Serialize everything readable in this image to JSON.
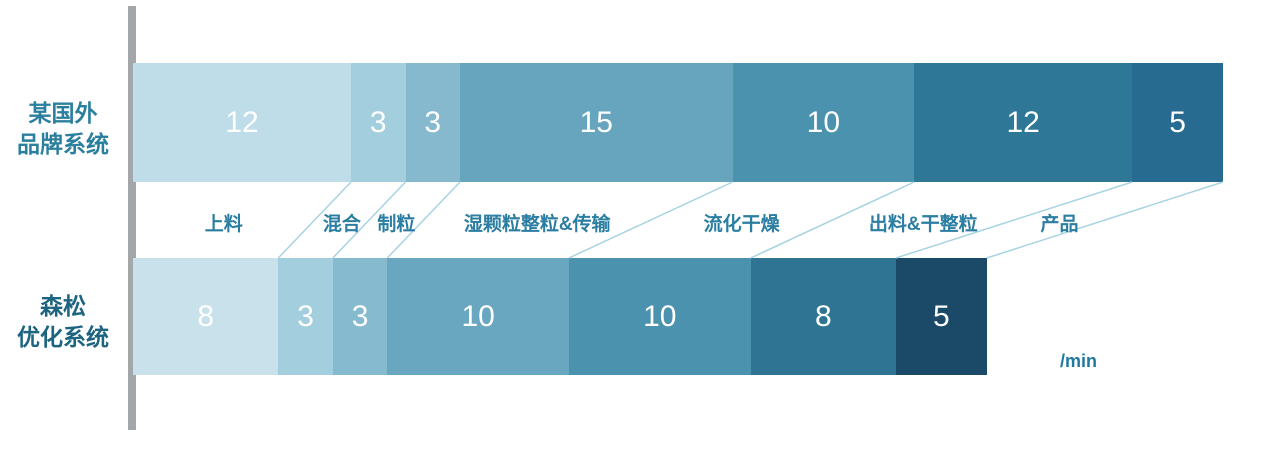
{
  "chart_data": {
    "type": "bar",
    "subtype": "horizontal-stacked-comparison",
    "unit_label": "/min",
    "stages": [
      "上料",
      "混合",
      "制粒",
      "湿颗粒整粒&传输",
      "流化干燥",
      "出料&干整粒",
      "产品"
    ],
    "series": [
      {
        "name": "某国外品牌系统",
        "name_lines": [
          "某国外",
          "品牌系统"
        ],
        "values": [
          12,
          3,
          3,
          15,
          10,
          12,
          5
        ],
        "segment_colors": [
          "#bedde9",
          "#a2cedd",
          "#86b9ce",
          "#67a5bf",
          "#4a92ae",
          "#2f7796",
          "#276b90"
        ],
        "label_color": "#2b7f9e"
      },
      {
        "name": "森松优化系统",
        "name_lines": [
          "森松",
          "优化系统"
        ],
        "values": [
          8,
          3,
          3,
          10,
          10,
          8,
          5
        ],
        "segment_colors": [
          "#c8e1eb",
          "#a2cedd",
          "#86bacf",
          "#69a6c0",
          "#4a92ae",
          "#2f7493",
          "#1a4a68"
        ],
        "label_color": "#1d6480"
      }
    ],
    "legend_position": "none",
    "grid": false,
    "axis_line_color": "#a3a7aa",
    "connector_line_color": "#a8d3e2",
    "stage_label_color": "#2b7ea1",
    "value_text_color": "#ffffff",
    "unit_label_color": "#2178a2"
  }
}
